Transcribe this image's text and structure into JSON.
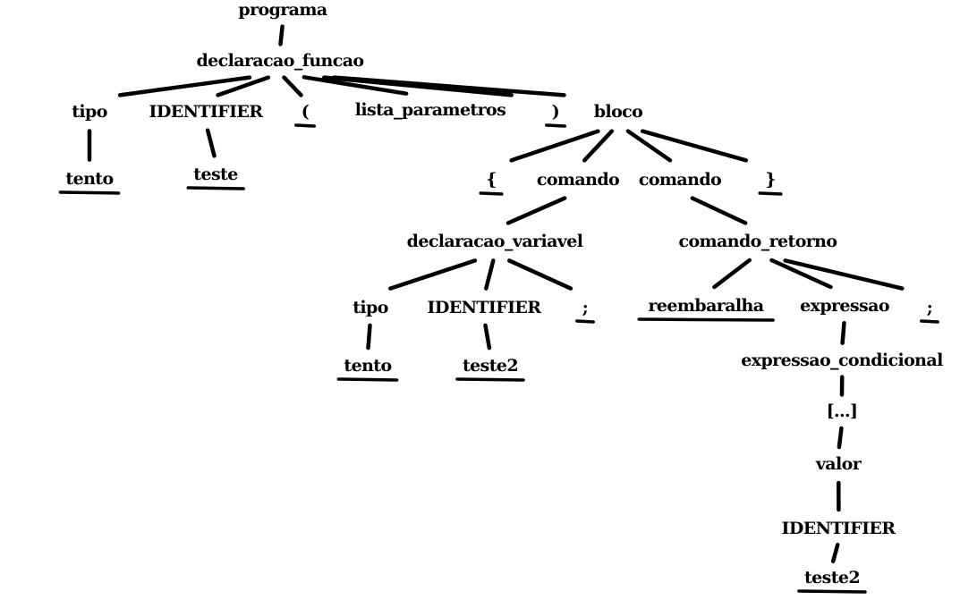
{
  "nodes": {
    "programa": {
      "label": "programa",
      "terminal": false
    },
    "declaracao_funcao": {
      "label": "declaracao_funcao",
      "terminal": false
    },
    "tipo_1": {
      "label": "tipo",
      "terminal": false
    },
    "identifier_1": {
      "label": "IDENTIFIER",
      "terminal": false
    },
    "open_paren": {
      "label": "(",
      "terminal": true
    },
    "lista_parametros": {
      "label": "lista_parametros",
      "terminal": false
    },
    "close_paren": {
      "label": ")",
      "terminal": true
    },
    "bloco": {
      "label": "bloco",
      "terminal": false
    },
    "tento_1": {
      "label": "tento",
      "terminal": true
    },
    "teste": {
      "label": "teste",
      "terminal": true
    },
    "open_brace": {
      "label": "{",
      "terminal": true
    },
    "comando_1": {
      "label": "comando",
      "terminal": false
    },
    "comando_2": {
      "label": "comando",
      "terminal": false
    },
    "close_brace": {
      "label": "}",
      "terminal": true
    },
    "declaracao_variavel": {
      "label": "declaracao_variavel",
      "terminal": false
    },
    "comando_retorno": {
      "label": "comando_retorno",
      "terminal": false
    },
    "tipo_2": {
      "label": "tipo",
      "terminal": false
    },
    "identifier_2": {
      "label": "IDENTIFIER",
      "terminal": false
    },
    "semicolon_1": {
      "label": ";",
      "terminal": true
    },
    "reembaralha": {
      "label": "reembaralha",
      "terminal": true
    },
    "expressao": {
      "label": "expressao",
      "terminal": false
    },
    "semicolon_2": {
      "label": ";",
      "terminal": true
    },
    "tento_2": {
      "label": "tento",
      "terminal": true
    },
    "teste2_1": {
      "label": "teste2",
      "terminal": true
    },
    "expressao_condicional": {
      "label": "expressao_condicional",
      "terminal": false
    },
    "ellipsis": {
      "label": "[...]",
      "terminal": false
    },
    "valor": {
      "label": "valor",
      "terminal": false
    },
    "identifier_3": {
      "label": "IDENTIFIER",
      "terminal": false
    },
    "teste2_2": {
      "label": "teste2",
      "terminal": true
    }
  },
  "edges": [
    [
      "programa",
      "declaracao_funcao"
    ],
    [
      "declaracao_funcao",
      "tipo_1"
    ],
    [
      "declaracao_funcao",
      "identifier_1"
    ],
    [
      "declaracao_funcao",
      "open_paren"
    ],
    [
      "declaracao_funcao",
      "lista_parametros"
    ],
    [
      "declaracao_funcao",
      "close_paren"
    ],
    [
      "declaracao_funcao",
      "bloco"
    ],
    [
      "tipo_1",
      "tento_1"
    ],
    [
      "identifier_1",
      "teste"
    ],
    [
      "bloco",
      "open_brace"
    ],
    [
      "bloco",
      "comando_1"
    ],
    [
      "bloco",
      "comando_2"
    ],
    [
      "bloco",
      "close_brace"
    ],
    [
      "comando_1",
      "declaracao_variavel"
    ],
    [
      "comando_2",
      "comando_retorno"
    ],
    [
      "declaracao_variavel",
      "tipo_2"
    ],
    [
      "declaracao_variavel",
      "identifier_2"
    ],
    [
      "declaracao_variavel",
      "semicolon_1"
    ],
    [
      "tipo_2",
      "tento_2"
    ],
    [
      "identifier_2",
      "teste2_1"
    ],
    [
      "comando_retorno",
      "reembaralha"
    ],
    [
      "comando_retorno",
      "expressao"
    ],
    [
      "comando_retorno",
      "semicolon_2"
    ],
    [
      "expressao",
      "expressao_condicional"
    ],
    [
      "expressao_condicional",
      "ellipsis"
    ],
    [
      "ellipsis",
      "valor"
    ],
    [
      "valor",
      "identifier_3"
    ],
    [
      "identifier_3",
      "teste2_2"
    ]
  ]
}
